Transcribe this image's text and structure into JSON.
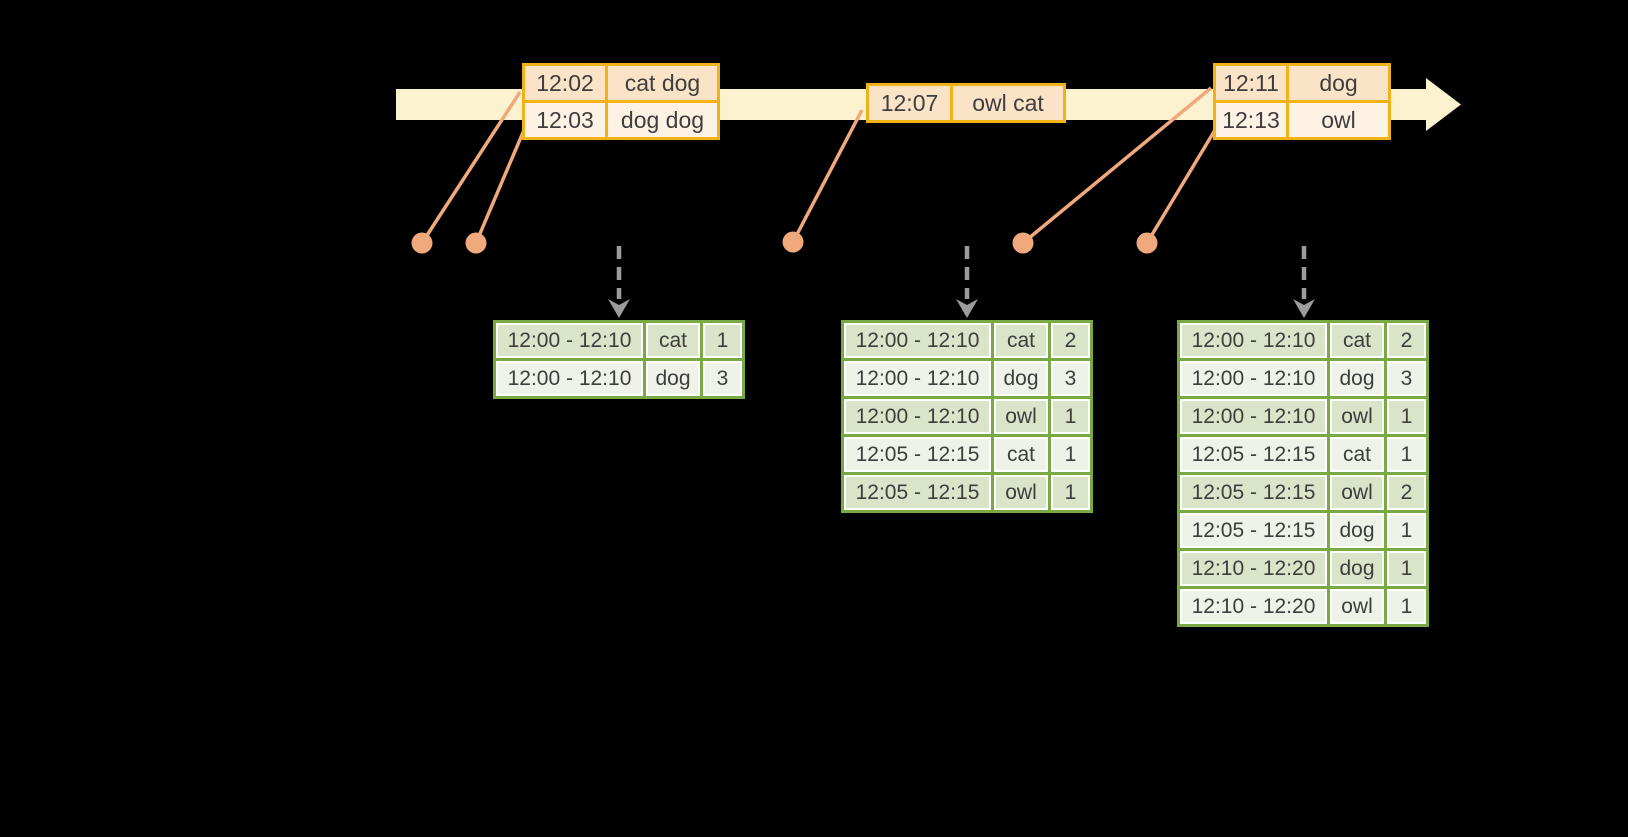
{
  "colors": {
    "canvas-bg": "#000000",
    "band": "#fdf2cf",
    "event-border": "#f0b216",
    "event-fill-dark": "#fae3c7",
    "event-fill-light": "#fdf2e3",
    "result-border": "#78a943",
    "result-fill-dark": "#d9e4c8",
    "result-fill-light": "#eef2e8",
    "dot": "#f0a97d",
    "trigger-gray": "#9c9c9c",
    "text": "#3e3e3e"
  },
  "event_tables": [
    {
      "rows": [
        {
          "time": "12:02",
          "words": "cat dog"
        },
        {
          "time": "12:03",
          "words": "dog dog"
        }
      ]
    },
    {
      "rows": [
        {
          "time": "12:07",
          "words": "owl cat"
        }
      ]
    },
    {
      "rows": [
        {
          "time": "12:11",
          "words": "dog"
        },
        {
          "time": "12:13",
          "words": "owl"
        }
      ]
    }
  ],
  "result_tables": [
    {
      "rows": [
        {
          "window": "12:00 - 12:10",
          "word": "cat",
          "count": "1"
        },
        {
          "window": "12:00 - 12:10",
          "word": "dog",
          "count": "3"
        }
      ]
    },
    {
      "rows": [
        {
          "window": "12:00 - 12:10",
          "word": "cat",
          "count": "2"
        },
        {
          "window": "12:00 - 12:10",
          "word": "dog",
          "count": "3"
        },
        {
          "window": "12:00 - 12:10",
          "word": "owl",
          "count": "1"
        },
        {
          "window": "12:05 - 12:15",
          "word": "cat",
          "count": "1"
        },
        {
          "window": "12:05 - 12:15",
          "word": "owl",
          "count": "1"
        }
      ]
    },
    {
      "rows": [
        {
          "window": "12:00 - 12:10",
          "word": "cat",
          "count": "2"
        },
        {
          "window": "12:00 - 12:10",
          "word": "dog",
          "count": "3"
        },
        {
          "window": "12:00 - 12:10",
          "word": "owl",
          "count": "1"
        },
        {
          "window": "12:05 - 12:15",
          "word": "cat",
          "count": "1"
        },
        {
          "window": "12:05 - 12:15",
          "word": "owl",
          "count": "2"
        },
        {
          "window": "12:05 - 12:15",
          "word": "dog",
          "count": "1"
        },
        {
          "window": "12:10 - 12:20",
          "word": "dog",
          "count": "1"
        },
        {
          "window": "12:10 - 12:20",
          "word": "owl",
          "count": "1"
        }
      ]
    }
  ]
}
